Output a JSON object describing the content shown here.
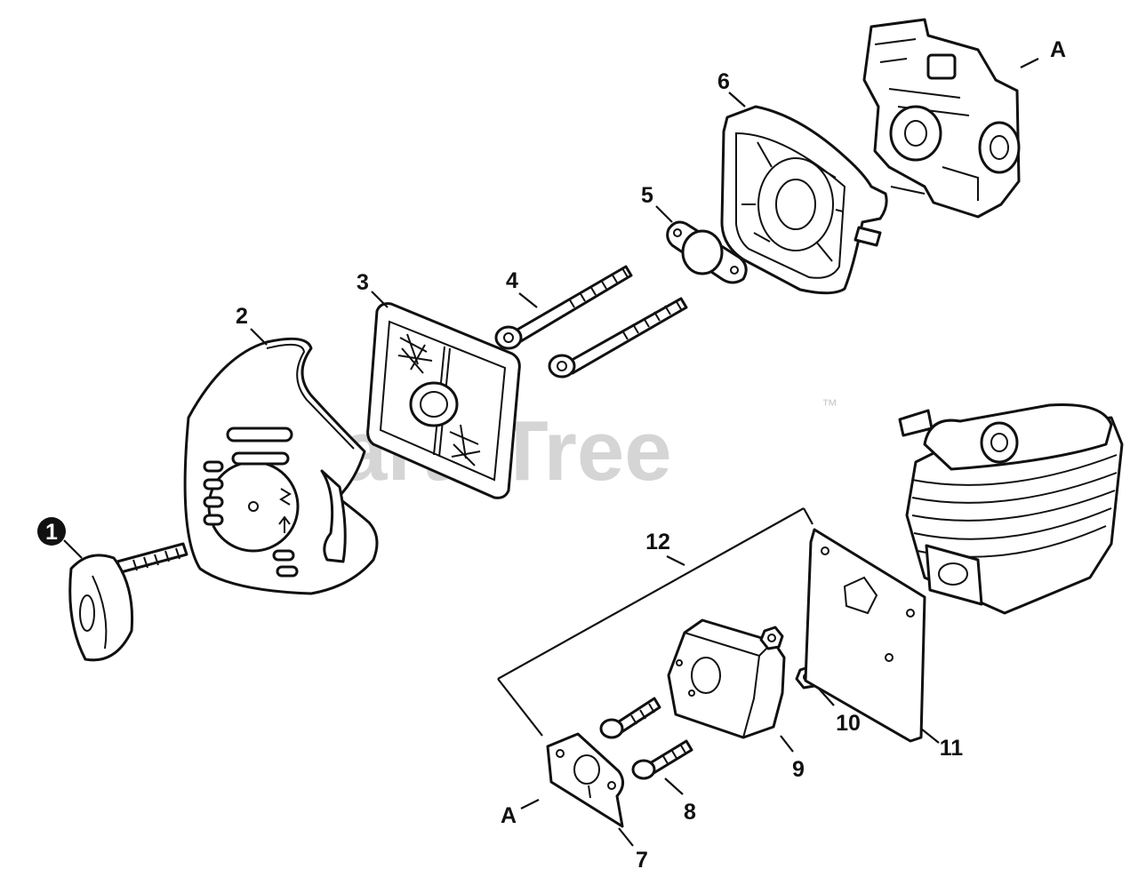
{
  "watermark": {
    "text": "PartsTree",
    "trademark": "™"
  },
  "callouts": [
    {
      "id": "1",
      "kind": "filled-circle"
    },
    {
      "id": "2"
    },
    {
      "id": "3"
    },
    {
      "id": "4"
    },
    {
      "id": "5"
    },
    {
      "id": "6"
    },
    {
      "id": "7"
    },
    {
      "id": "8"
    },
    {
      "id": "9"
    },
    {
      "id": "10"
    },
    {
      "id": "11"
    },
    {
      "id": "12"
    }
  ],
  "references": {
    "top": "A",
    "bottom": "A"
  }
}
